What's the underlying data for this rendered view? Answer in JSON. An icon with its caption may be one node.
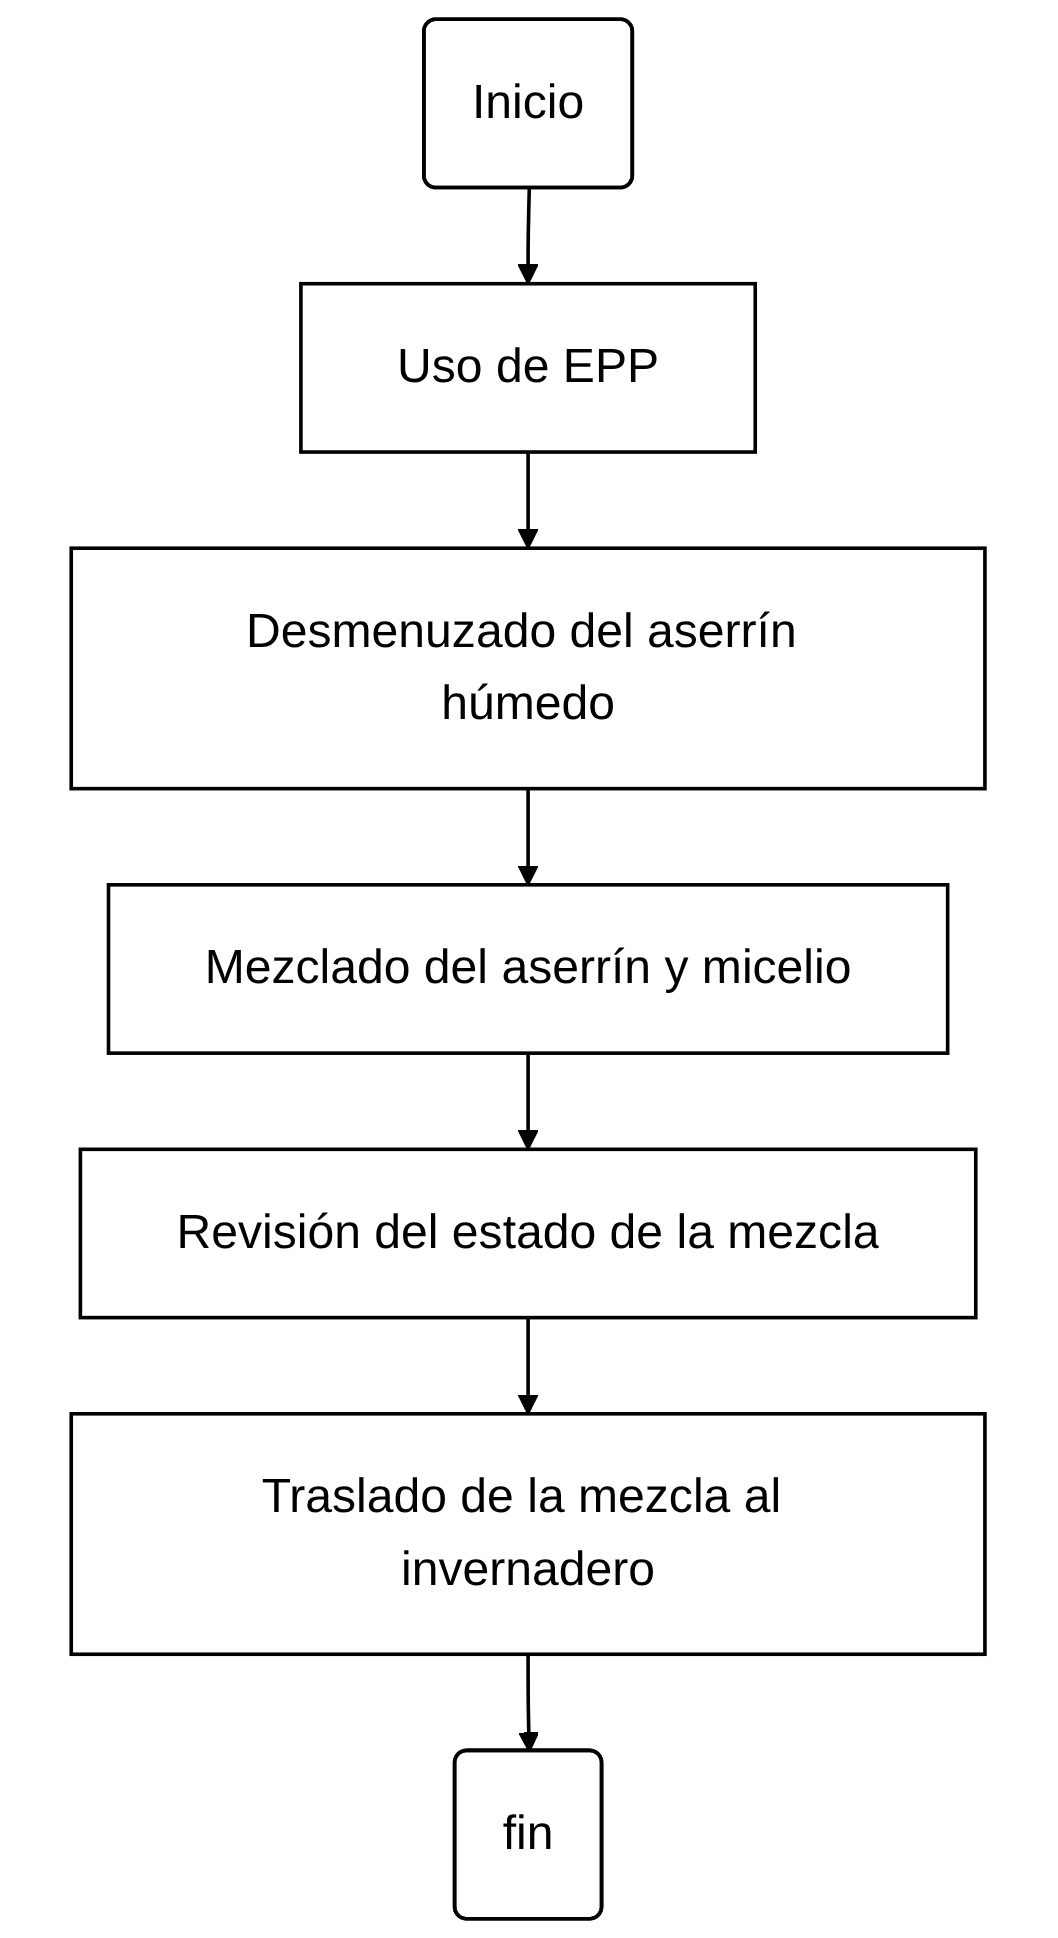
{
  "diagram": {
    "nodes": [
      {
        "text": [
          "Inicio"
        ]
      },
      {
        "text": [
          "Uso de EPP"
        ]
      },
      {
        "text": [
          "Desmenuzado del aserrín húmedo"
        ]
      },
      {
        "text": [
          "Mezclado del aserrín y micelio"
        ]
      },
      {
        "text": [
          "Revisión del estado de la mezcla"
        ]
      },
      {
        "text": [
          "Traslado de la mezcla al invernadero"
        ]
      },
      {
        "text": [
          "fin"
        ]
      }
    ],
    "edges": [
      {
        "from": 0,
        "to": 1,
        "arrow": "to"
      },
      {
        "from": 1,
        "to": 2,
        "arrow": "to"
      },
      {
        "from": 2,
        "to": 3,
        "arrow": "to"
      },
      {
        "from": 3,
        "to": 4,
        "arrow": "to"
      },
      {
        "from": 4,
        "to": 5,
        "arrow": "to"
      },
      {
        "from": 5,
        "to": 6,
        "arrow": "to"
      }
    ]
  }
}
